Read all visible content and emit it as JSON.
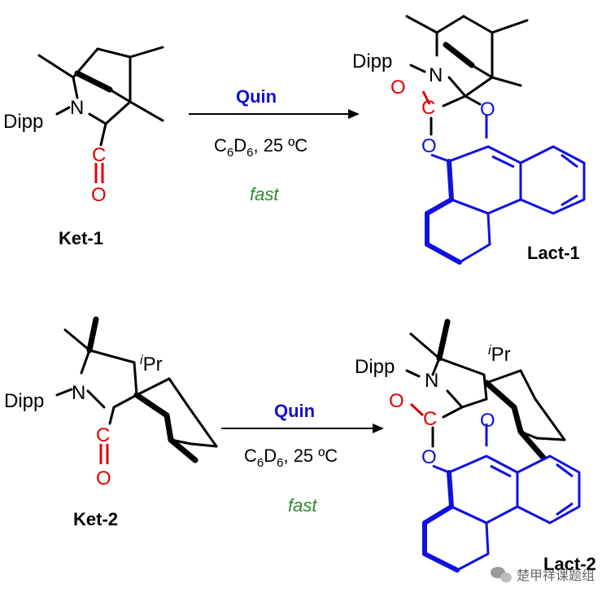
{
  "reactions": [
    {
      "reagent": "Quin",
      "solvent_main": "C",
      "solvent_sub1": "6",
      "solvent_mid": "D",
      "solvent_sub2": "6",
      "solvent_temp": ", 25 ºC",
      "rate": "fast",
      "reactant": {
        "label": "Ket-1",
        "substituent": "Dipp",
        "n_atom": "N",
        "c_atom": "C",
        "o_atom": "O"
      },
      "product": {
        "label": "Lact-1",
        "substituent": "Dipp",
        "n_atom": "N",
        "c_atom": "C",
        "o_carbonyl": "O",
        "o_ring1": "O",
        "o_ring2": "O"
      }
    },
    {
      "reagent": "Quin",
      "solvent_main": "C",
      "solvent_sub1": "6",
      "solvent_mid": "D",
      "solvent_sub2": "6",
      "solvent_temp": ", 25 ºC",
      "rate": "fast",
      "reactant": {
        "label": "Ket-2",
        "substituent": "Dipp",
        "n_atom": "N",
        "c_atom": "C",
        "o_atom": "O",
        "ipr_sup": "i",
        "ipr": "Pr"
      },
      "product": {
        "label": "Lact-2",
        "substituent": "Dipp",
        "n_atom": "N",
        "c_atom": "C",
        "o_carbonyl": "O",
        "o_ring1": "O",
        "o_ring2": "O",
        "ipr_sup": "i",
        "ipr": "Pr"
      }
    }
  ],
  "watermark": {
    "icon": "wechat-icon",
    "text": "楚甲祥课题组"
  },
  "colors": {
    "reagent": "#1010d0",
    "rate": "#2a8a2a",
    "heteroatom_red": "#e00000",
    "quinone_blue": "#1010e0"
  }
}
